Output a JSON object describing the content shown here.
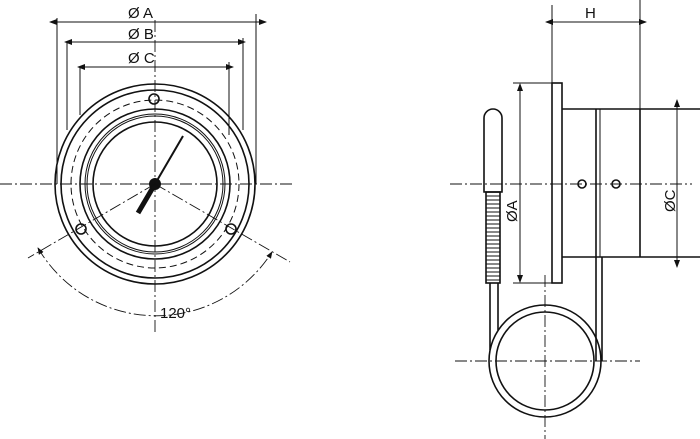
{
  "front_view": {
    "dim_a": "Ø A",
    "dim_b": "Ø B",
    "dim_c": "Ø C",
    "angle": "120°"
  },
  "side_view": {
    "dim_h": "H",
    "dim_a": "ØA",
    "dim_c": "ØC"
  }
}
